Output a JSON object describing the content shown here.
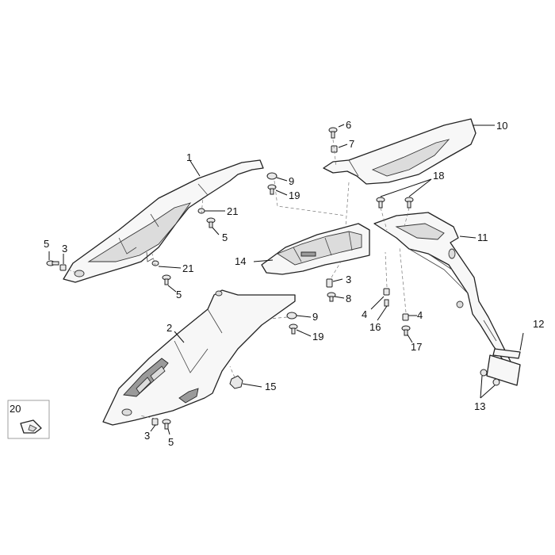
{
  "callouts": [
    {
      "id": "c1",
      "text": "1"
    },
    {
      "id": "c2",
      "text": "2"
    },
    {
      "id": "c3a",
      "text": "3"
    },
    {
      "id": "c3b",
      "text": "3"
    },
    {
      "id": "c3c",
      "text": "3"
    },
    {
      "id": "c4a",
      "text": "4"
    },
    {
      "id": "c4b",
      "text": "4"
    },
    {
      "id": "c5a",
      "text": "5"
    },
    {
      "id": "c5b",
      "text": "5"
    },
    {
      "id": "c5c",
      "text": "5"
    },
    {
      "id": "c5d",
      "text": "5"
    },
    {
      "id": "c6",
      "text": "6"
    },
    {
      "id": "c7",
      "text": "7"
    },
    {
      "id": "c8",
      "text": "8"
    },
    {
      "id": "c9a",
      "text": "9"
    },
    {
      "id": "c9b",
      "text": "9"
    },
    {
      "id": "c10",
      "text": "10"
    },
    {
      "id": "c11",
      "text": "11"
    },
    {
      "id": "c12",
      "text": "12"
    },
    {
      "id": "c13",
      "text": "13"
    },
    {
      "id": "c14",
      "text": "14"
    },
    {
      "id": "c15",
      "text": "15"
    },
    {
      "id": "c16",
      "text": "16"
    },
    {
      "id": "c17",
      "text": "17"
    },
    {
      "id": "c18",
      "text": "18"
    },
    {
      "id": "c19a",
      "text": "19"
    },
    {
      "id": "c19b",
      "text": "19"
    },
    {
      "id": "c20",
      "text": "20"
    },
    {
      "id": "c21a",
      "text": "21"
    },
    {
      "id": "c21b",
      "text": "21"
    }
  ]
}
